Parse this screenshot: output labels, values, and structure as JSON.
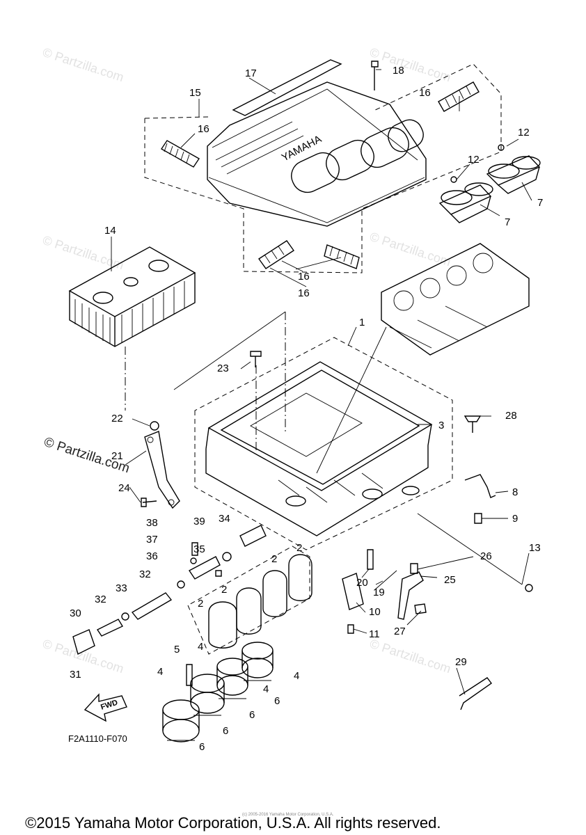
{
  "diagram_code": "F2A1110-F070",
  "copyright": "©2015 Yamaha Motor Corporation, U.S.A. All rights reserved.",
  "fine_print": "(c) 2005-2016 Yamaha Motor Corporation, U.S.A.",
  "watermark_text": "© Partzilla.com",
  "brand_on_cover": "YAMAHA",
  "fwd_label": "FWD",
  "callouts": [
    {
      "id": "c1",
      "label": "1"
    },
    {
      "id": "c2a",
      "label": "2"
    },
    {
      "id": "c2b",
      "label": "2"
    },
    {
      "id": "c2c",
      "label": "2"
    },
    {
      "id": "c2d",
      "label": "2"
    },
    {
      "id": "c3",
      "label": "3"
    },
    {
      "id": "c4a",
      "label": "4"
    },
    {
      "id": "c4b",
      "label": "4"
    },
    {
      "id": "c4c",
      "label": "4"
    },
    {
      "id": "c4d",
      "label": "4"
    },
    {
      "id": "c5",
      "label": "5"
    },
    {
      "id": "c6a",
      "label": "6"
    },
    {
      "id": "c6b",
      "label": "6"
    },
    {
      "id": "c6c",
      "label": "6"
    },
    {
      "id": "c6d",
      "label": "6"
    },
    {
      "id": "c7a",
      "label": "7"
    },
    {
      "id": "c7b",
      "label": "7"
    },
    {
      "id": "c8",
      "label": "8"
    },
    {
      "id": "c9",
      "label": "9"
    },
    {
      "id": "c10",
      "label": "10"
    },
    {
      "id": "c11",
      "label": "11"
    },
    {
      "id": "c12a",
      "label": "12"
    },
    {
      "id": "c12b",
      "label": "12"
    },
    {
      "id": "c13",
      "label": "13"
    },
    {
      "id": "c14",
      "label": "14"
    },
    {
      "id": "c15",
      "label": "15"
    },
    {
      "id": "c16a",
      "label": "16"
    },
    {
      "id": "c16b",
      "label": "16"
    },
    {
      "id": "c16c",
      "label": "16"
    },
    {
      "id": "c16d",
      "label": "16"
    },
    {
      "id": "c17",
      "label": "17"
    },
    {
      "id": "c18",
      "label": "18"
    },
    {
      "id": "c19",
      "label": "19"
    },
    {
      "id": "c20",
      "label": "20"
    },
    {
      "id": "c21",
      "label": "21"
    },
    {
      "id": "c22",
      "label": "22"
    },
    {
      "id": "c23",
      "label": "23"
    },
    {
      "id": "c24",
      "label": "24"
    },
    {
      "id": "c25",
      "label": "25"
    },
    {
      "id": "c26",
      "label": "26"
    },
    {
      "id": "c27",
      "label": "27"
    },
    {
      "id": "c28",
      "label": "28"
    },
    {
      "id": "c29",
      "label": "29"
    },
    {
      "id": "c30",
      "label": "30"
    },
    {
      "id": "c31",
      "label": "31"
    },
    {
      "id": "c32a",
      "label": "32"
    },
    {
      "id": "c32b",
      "label": "32"
    },
    {
      "id": "c33",
      "label": "33"
    },
    {
      "id": "c34",
      "label": "34"
    },
    {
      "id": "c35",
      "label": "35"
    },
    {
      "id": "c36",
      "label": "36"
    },
    {
      "id": "c37",
      "label": "37"
    },
    {
      "id": "c38",
      "label": "38"
    },
    {
      "id": "c39",
      "label": "39"
    }
  ]
}
